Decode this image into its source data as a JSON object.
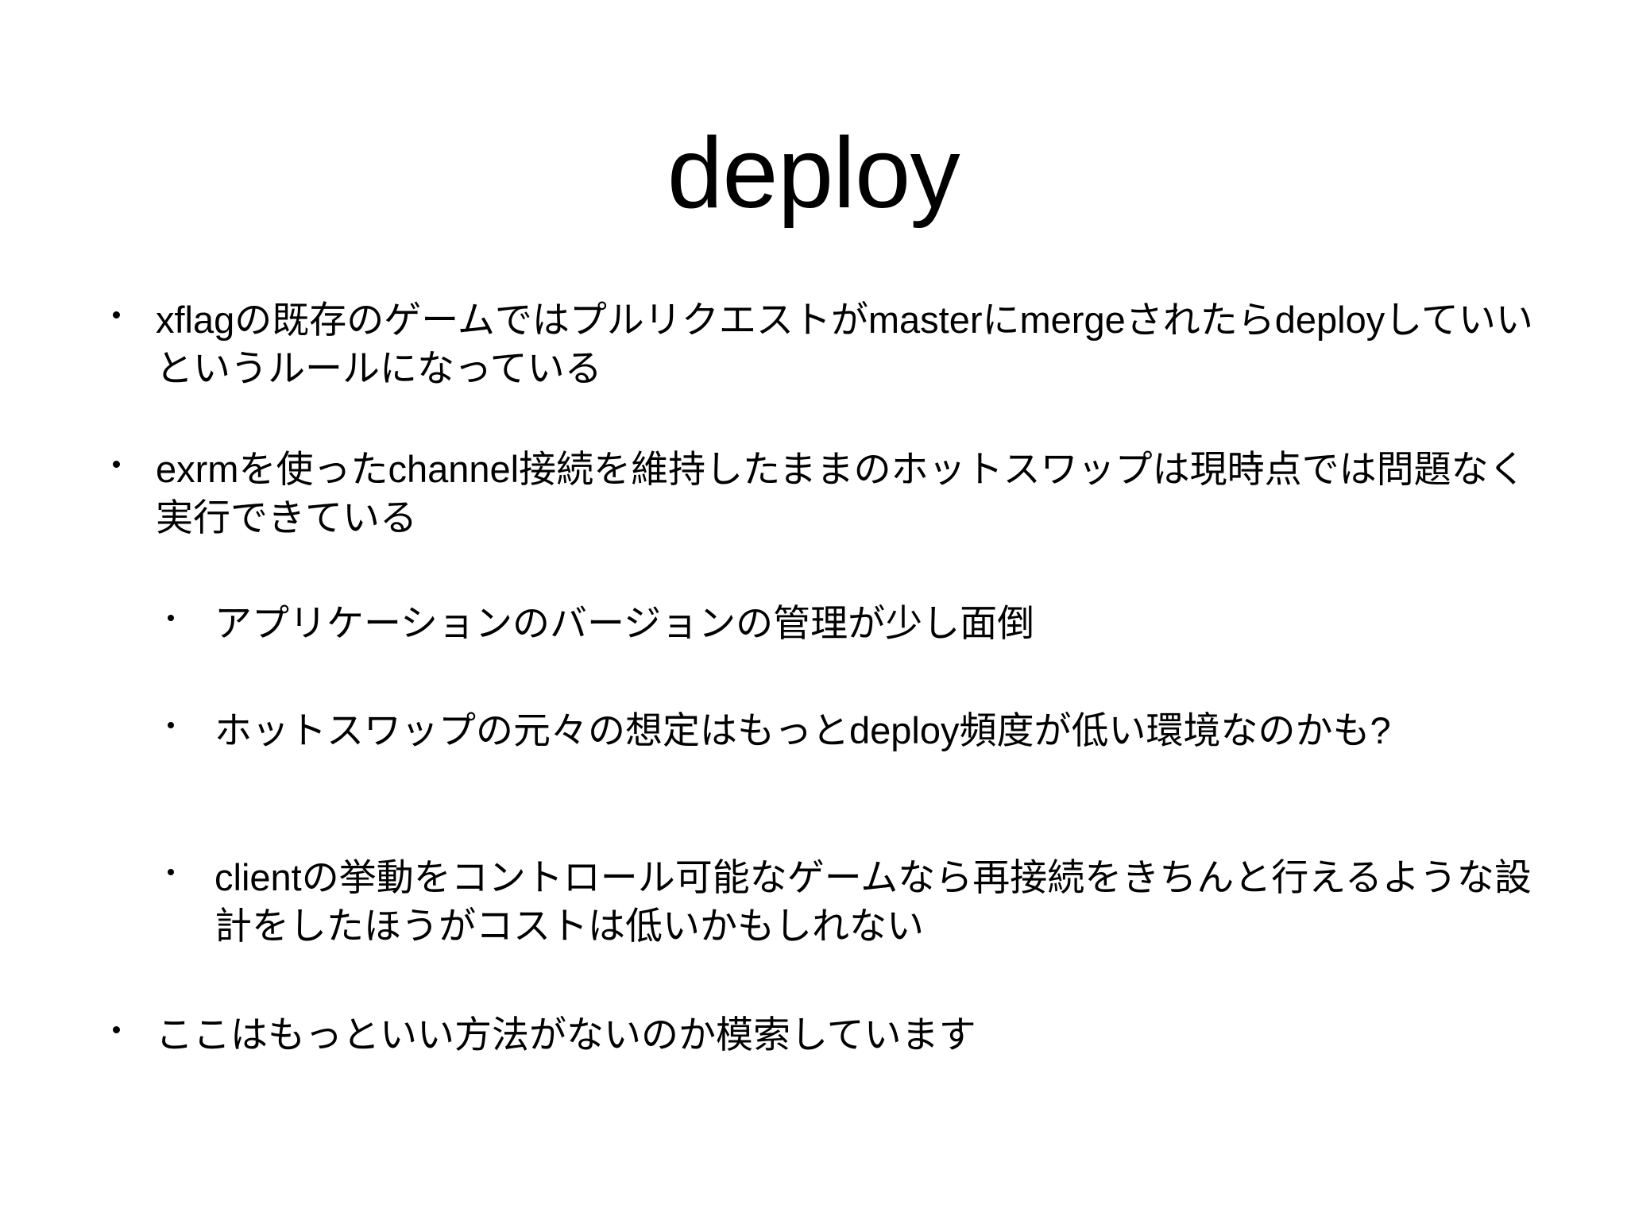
{
  "slide": {
    "title": "deploy",
    "background_color": "#ffffff",
    "text_color": "#000000",
    "bullet_marker": "•",
    "bullets": [
      {
        "id": "b1",
        "level": 1,
        "text": "xflagの既存のゲームではプルリクエストがmasterにmergeされたらdeployしていいというルールになっている"
      },
      {
        "id": "b2",
        "level": 1,
        "text": "exrmを使ったchannel接続を維持したままのホットスワップは現時点では問題なく実行できている"
      },
      {
        "id": "s1",
        "level": 2,
        "text": "アプリケーションのバージョンの管理が少し面倒"
      },
      {
        "id": "s2",
        "level": 2,
        "text": "ホットスワップの元々の想定はもっとdeploy頻度が低い環境なのかも?"
      },
      {
        "id": "s3",
        "level": 2,
        "text": "clientの挙動をコントロール可能なゲームなら再接続をきちんと行えるような設計をしたほうがコストは低いかもしれない"
      },
      {
        "id": "b3",
        "level": 1,
        "text": "ここはもっといい方法がないのか模索しています"
      }
    ]
  }
}
